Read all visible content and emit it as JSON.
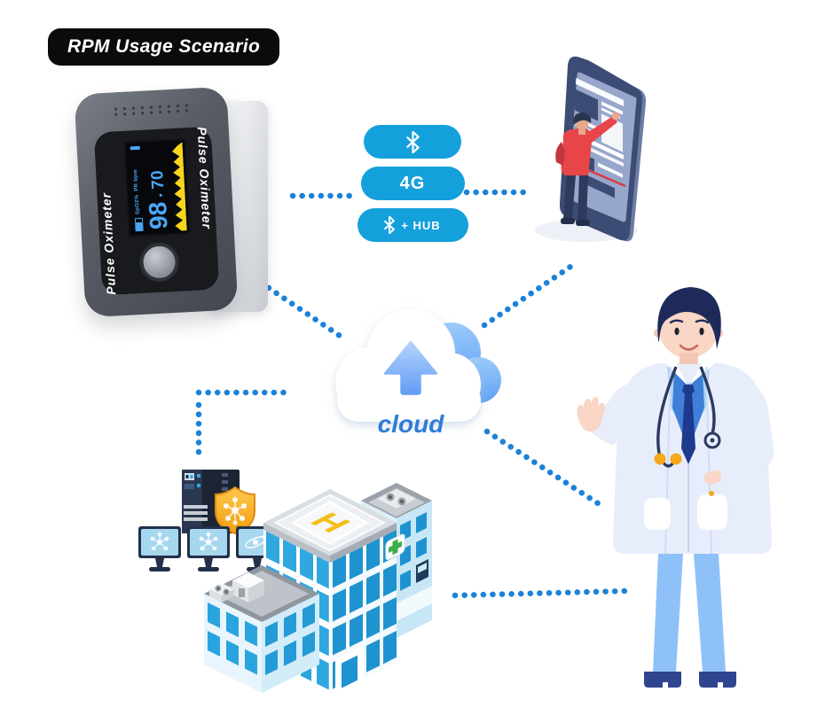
{
  "title_badge": {
    "label": "RPM Usage Scenario"
  },
  "oximeter": {
    "brand_left": "Pulse Oximeter",
    "brand_right": "Pulse Oximeter",
    "display": {
      "spo2_label": "SpO2%",
      "spo2_value": "98",
      "pr_label": "PR bpm",
      "pr_value": "70",
      "heart_icon": "♥"
    }
  },
  "connectivity": {
    "pills": [
      {
        "icon": "bluetooth-icon",
        "label": ""
      },
      {
        "icon": "",
        "label": "4G"
      },
      {
        "icon": "bluetooth-icon",
        "label": "+ HUB"
      }
    ]
  },
  "cloud": {
    "label": "cloud",
    "icon": "upload-arrow-icon"
  },
  "hospital": {
    "helipad_letter": "H",
    "sign_icon": "medical-cross-icon"
  },
  "it_room": {
    "server_icon": "server-tower-icon",
    "shield_icon": "security-shield-icon",
    "monitor_icon": "molecule-icon"
  },
  "actors": {
    "patient": "person-using-tablet",
    "doctor": "doctor-illustration"
  },
  "palette": {
    "pill_blue": "#14A0DB",
    "dot_blue": "#1B82D9",
    "cloud_label_blue": "#2E7CD9",
    "display_cyan": "#4AA7F5",
    "wave_yellow": "#F7D51D",
    "helipad_yellow": "#F2BE18",
    "cross_green": "#3DAE49",
    "shield_orange": "#F6A81C",
    "shirt_red": "#E84548",
    "hospital_blue": "#2AA4DE",
    "badge_black": "#0B0B0B"
  }
}
